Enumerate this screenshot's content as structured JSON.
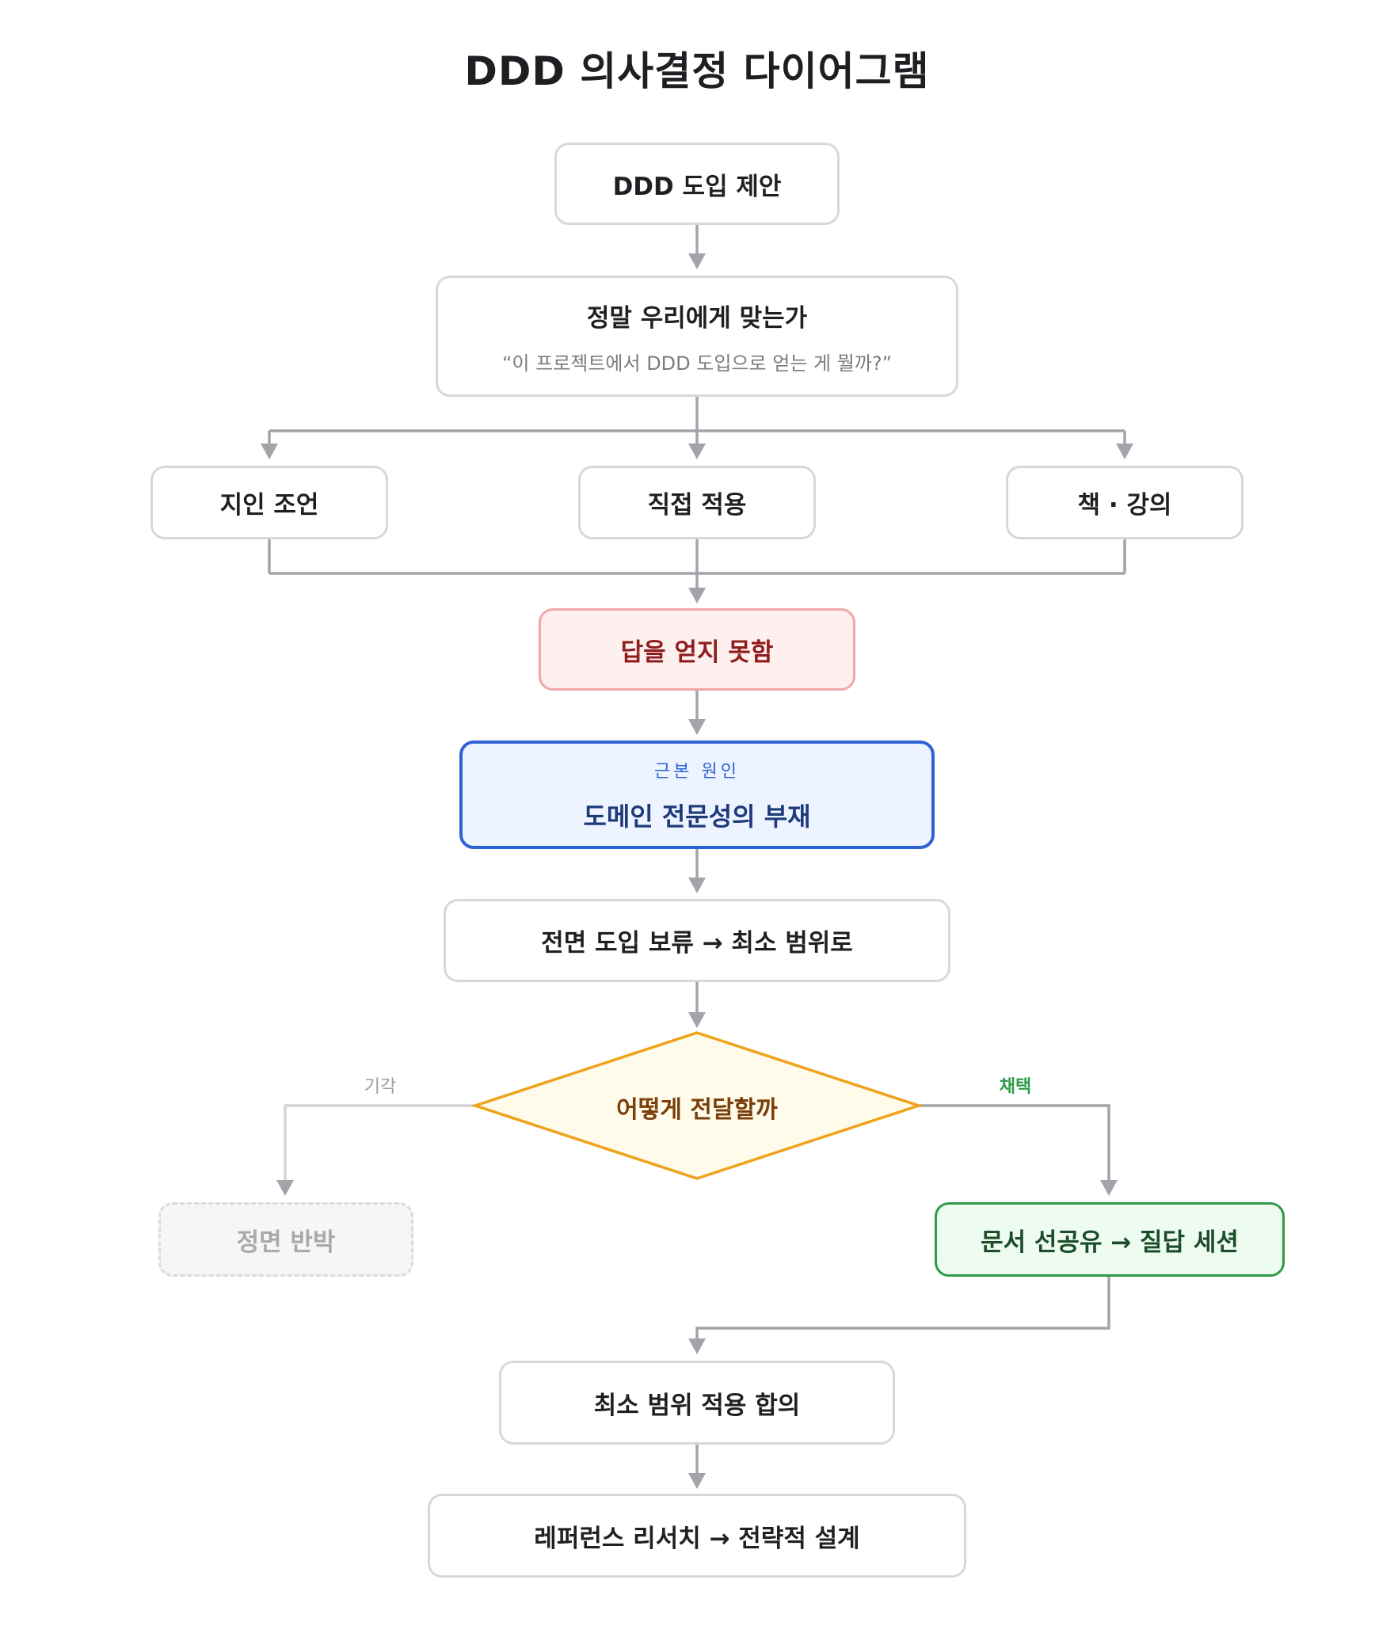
{
  "title": "DDD 의사결정 다이어그램",
  "nodes": {
    "proposal": "DDD 도입 제안",
    "question": {
      "label": "정말 우리에게 맞는가",
      "quote": "“이 프로젝트에서 DDD 도입으로 얻는 게 뭘까?”"
    },
    "sources": [
      "지인 조언",
      "직접 적용",
      "책 · 강의"
    ],
    "no_answer": "답을 얻지 못함",
    "root_cause": {
      "tag": "근본 원인",
      "label": "도메인 전문성의 부재"
    },
    "defer": "전면 도입 보류 → 최소 범위로",
    "decision": {
      "label": "어떻게 전달할까",
      "reject_branch": "기각",
      "adopt_branch": "채택"
    },
    "rejected_option": "정면 반박",
    "adopted_option": "문서 선공유 → 질답 세션",
    "agreement": "최소 범위 적용 합의",
    "final": "레퍼런스 리서치 → 전략적 설계"
  },
  "colors": {
    "connector": "#a3a4aa",
    "connector_rejected": "#d3d4d8",
    "decision_fill": "#fffbea",
    "decision_stroke": "#f0a21a",
    "root_cause_border": "#2f63d4",
    "adopt_border": "#2e9a48",
    "no_answer_border": "#f0a7a7"
  }
}
